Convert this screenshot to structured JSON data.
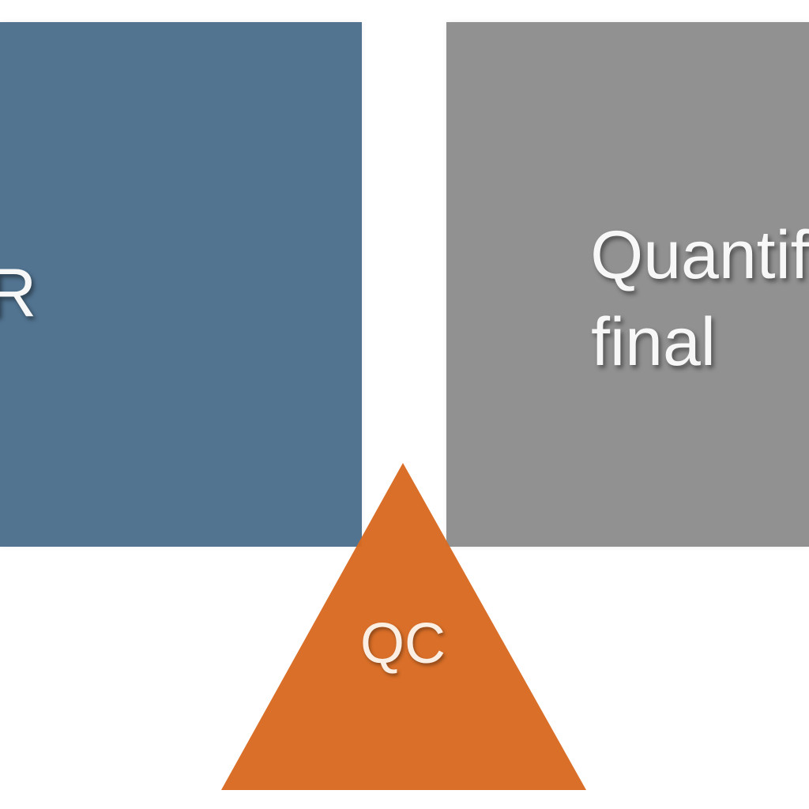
{
  "colors": {
    "left_box": "#527491",
    "right_box": "#919191",
    "qc_triangle": "#d86a21",
    "text": "#f7f7f7"
  },
  "left_box": {
    "label": "CR"
  },
  "right_box": {
    "label_line1": "Quantific",
    "label_line2": "final"
  },
  "qc_triangle": {
    "label": "QC"
  }
}
